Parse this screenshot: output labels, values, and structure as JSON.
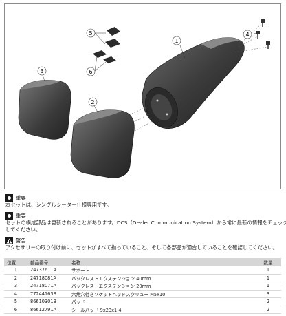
{
  "callouts": [
    "1",
    "2",
    "3",
    "4",
    "5",
    "6"
  ],
  "notes": [
    {
      "title": "重要",
      "text": "本セットは、シングルシーター仕様専用です。"
    },
    {
      "title": "重要",
      "text": "セットの構成部品は更新されることがあります。DCS（Dealer Communication System）から常に最新の情報をチェック",
      "text2": "してください。"
    },
    {
      "title": "警告",
      "text": "アクセサリーの取り付け前に、セットがすべて揃っていること、そして各部品が適合していることを確認してください。"
    }
  ],
  "table": {
    "headers": [
      "位置",
      "部品番号",
      "名称",
      "数量"
    ],
    "rows": [
      [
        "1",
        "24737611A",
        "サポート",
        "1"
      ],
      [
        "2",
        "24718081A",
        "バックレストエクステンション 40mm",
        "1"
      ],
      [
        "3",
        "24718071A",
        "バックレストエクステンション 20mm",
        "1"
      ],
      [
        "4",
        "77244163B",
        "六角穴付きソケットヘッドスクリュー M5x10",
        "3"
      ],
      [
        "5",
        "86610301B",
        "パッド",
        "2"
      ],
      [
        "6",
        "86612791A",
        "シールパッド 9x23x1.4",
        "2"
      ]
    ]
  }
}
